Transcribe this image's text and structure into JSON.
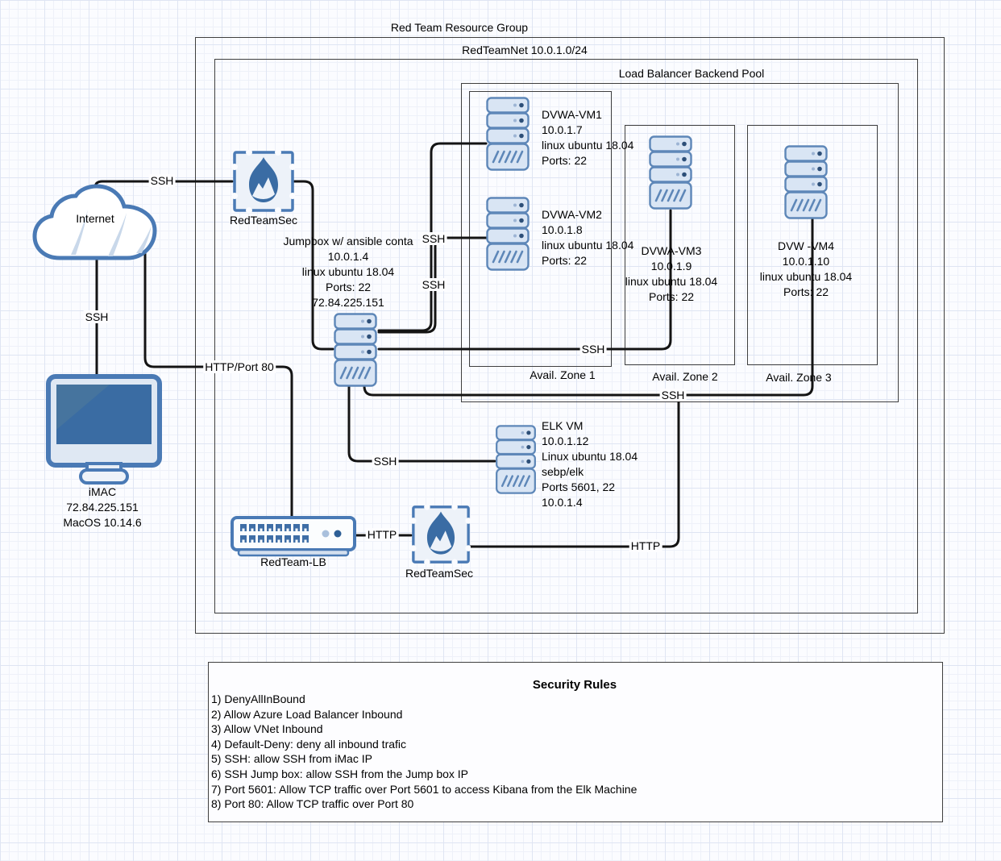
{
  "diagram_title": "Red Team Azure network diagram",
  "colors": {
    "accent_blue": "#4a7ab5",
    "node_fill": "#d9e5f4",
    "dark_dot": "#2d4f78",
    "flame_blue": "#3a6ca4",
    "connector_black": "#141414",
    "container_border": "#3f3f3f",
    "grid_line": "#e4e9f6"
  },
  "containers": {
    "resource_group": "Red Team Resource Group",
    "vnet": "RedTeamNet 10.0.1.0/24",
    "lb_pool": "Load Balancer Backend Pool",
    "zone1": "Avail. Zone 1",
    "zone2": "Avail. Zone 2",
    "zone3": "Avail. Zone 3"
  },
  "nodes": {
    "internet": {
      "label": "Internet"
    },
    "firewall_top": {
      "label": "RedTeamSec"
    },
    "imac": {
      "lines": [
        "iMAC",
        "72.84.225.151",
        "MacOS 10.14.6"
      ]
    },
    "jumpbox": {
      "lines": [
        "Jumpbox w/ ansible conta",
        "10.0.1.4",
        "linux ubuntu 18.04",
        "Ports: 22",
        "72.84.225.151"
      ]
    },
    "vm1": {
      "lines": [
        "DVWA-VM1",
        "10.0.1.7",
        "linux ubuntu 18.04",
        "Ports: 22"
      ]
    },
    "vm2": {
      "lines": [
        "DVWA-VM2",
        "10.0.1.8",
        "linux ubuntu 18.04",
        "Ports: 22"
      ]
    },
    "vm3": {
      "lines": [
        "DVWA-VM3",
        "10.0.1.9",
        "linux ubuntu 18.04",
        "Ports: 22"
      ]
    },
    "vm4": {
      "lines": [
        "DVW -VM4",
        "10.0.1.10",
        "linux ubuntu 18.04",
        "Ports: 22"
      ]
    },
    "elk": {
      "lines": [
        "ELK VM",
        "10.0.1.12",
        "Linux ubuntu 18.04",
        "sebp/elk",
        "Ports 5601, 22",
        "10.0.1.4"
      ]
    },
    "lb": {
      "label": "RedTeam-LB"
    },
    "firewall_bottom": {
      "label": "RedTeamSec"
    }
  },
  "edges": {
    "internet_firewall": "SSH",
    "internet_imac": "SSH",
    "jumpbox_vm2": "SSH",
    "jumpbox_vm1": "SSH",
    "jumpbox_vm3": "SSH",
    "jumpbox_vm4": "SSH",
    "jumpbox_elk": "SSH",
    "internet_lb": "HTTP/Port 80",
    "lb_firewall": "HTTP",
    "firewall_backend": "HTTP"
  },
  "security": {
    "title": "Security Rules",
    "rules": [
      "1) DenyAllInBound",
      "2) Allow Azure Load Balancer Inbound",
      "3) Allow VNet Inbound",
      "4) Default-Deny: deny all inbound trafic",
      "5) SSH: allow SSH from iMac IP",
      "6) SSH Jump box: allow SSH from the Jump box IP",
      "7) Port 5601: Allow TCP traffic over Port 5601 to access Kibana from the Elk Machine",
      "8) Port 80: Allow TCP traffic over Port 80"
    ]
  }
}
